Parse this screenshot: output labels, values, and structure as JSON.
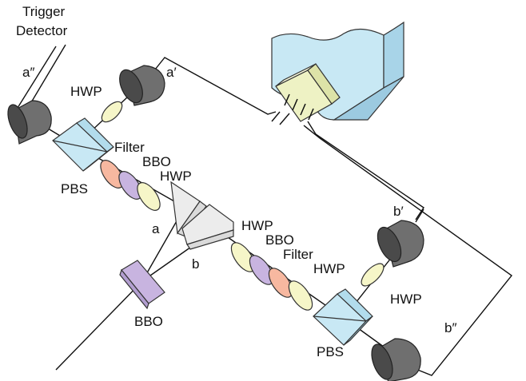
{
  "labels": {
    "trigger": "Trigger",
    "detector": "Detector",
    "a_double_prime": "a″",
    "a_prime": "a′",
    "hwp_top": "HWP",
    "filter_a": "Filter",
    "bbo_a": "BBO",
    "hwp_a": "HWP",
    "pbs_a": "PBS",
    "beam_a": "a",
    "beam_b": "b",
    "bbo_source": "BBO",
    "hwp_b1": "HWP",
    "bbo_b": "BBO",
    "filter_b": "Filter",
    "hwp_b2": "HWP",
    "b_prime": "b′",
    "hwp_b_right": "HWP",
    "pbs_b": "PBS",
    "b_double_prime": "b″"
  },
  "colors": {
    "detector": "#6f6f6f",
    "detector_dark": "#4a4a4a",
    "hwp": "#f6f6c8",
    "filter": "#f7b8a0",
    "bbo": "#c8b4e0",
    "pbs": "#c8e8f4",
    "prism": "#ececec",
    "counter": "#eef2c4",
    "window": "#c8e8f4"
  }
}
